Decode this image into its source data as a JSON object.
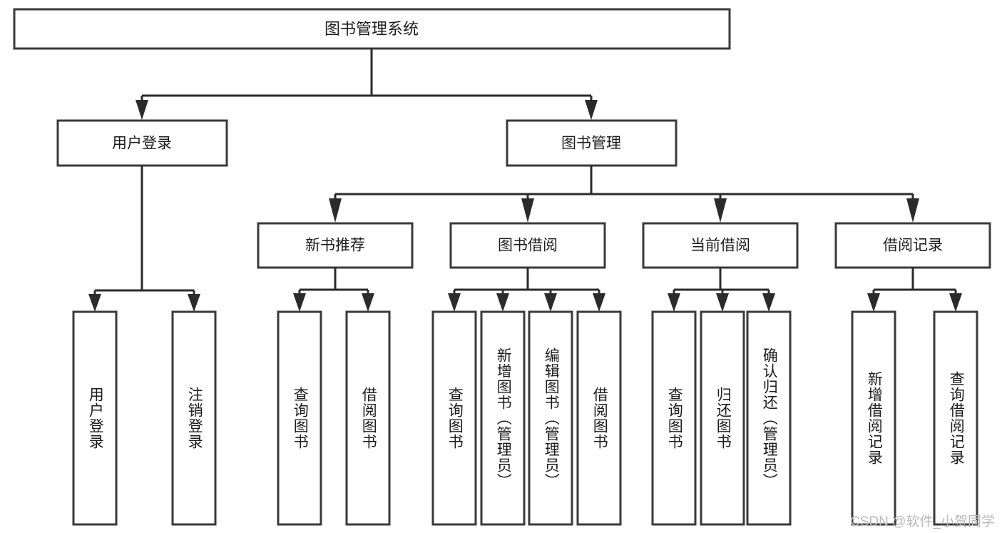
{
  "diagram": {
    "type": "tree",
    "title_node": {
      "label": "图书管理系统",
      "name": "root-node-book-management-system"
    },
    "level2": [
      {
        "label": "用户登录",
        "name": "node-user-login"
      },
      {
        "label": "图书管理",
        "name": "node-book-management"
      }
    ],
    "level3": [
      {
        "label": "新书推荐",
        "name": "node-new-book-recommendation"
      },
      {
        "label": "图书借阅",
        "name": "node-book-borrowing"
      },
      {
        "label": "当前借阅",
        "name": "node-current-borrowing"
      },
      {
        "label": "借阅记录",
        "name": "node-borrowing-records"
      }
    ],
    "leaves": {
      "user_login": [
        {
          "label": "用户登录",
          "name": "leaf-user-login"
        },
        {
          "label": "注销登录",
          "name": "leaf-logout"
        }
      ],
      "new_book_recommendation": [
        {
          "label": "查询图书",
          "name": "leaf-query-books-1"
        },
        {
          "label": "借阅图书",
          "name": "leaf-borrow-books-1"
        }
      ],
      "book_borrowing": [
        {
          "label": "查询图书",
          "name": "leaf-query-books-2"
        },
        {
          "label": "新增图书（管理员）",
          "name": "leaf-add-book-admin"
        },
        {
          "label": "编辑图书（管理员）",
          "name": "leaf-edit-book-admin"
        },
        {
          "label": "借阅图书",
          "name": "leaf-borrow-books-2"
        }
      ],
      "current_borrowing": [
        {
          "label": "查询图书",
          "name": "leaf-query-books-3"
        },
        {
          "label": "归还图书",
          "name": "leaf-return-books"
        },
        {
          "label": "确认归还（管理员）",
          "name": "leaf-confirm-return-admin"
        }
      ],
      "borrowing_records": [
        {
          "label": "新增借阅记录",
          "name": "leaf-add-borrow-record"
        },
        {
          "label": "查询借阅记录",
          "name": "leaf-query-borrow-record"
        }
      ]
    },
    "watermark": "CSDN @软件_小贺同学",
    "colors": {
      "box_stroke": "#3a3a3a",
      "connector": "#2b2b2b",
      "text": "#1c1c1c",
      "background": "#ffffff",
      "watermark": "#b9b9b9"
    }
  }
}
